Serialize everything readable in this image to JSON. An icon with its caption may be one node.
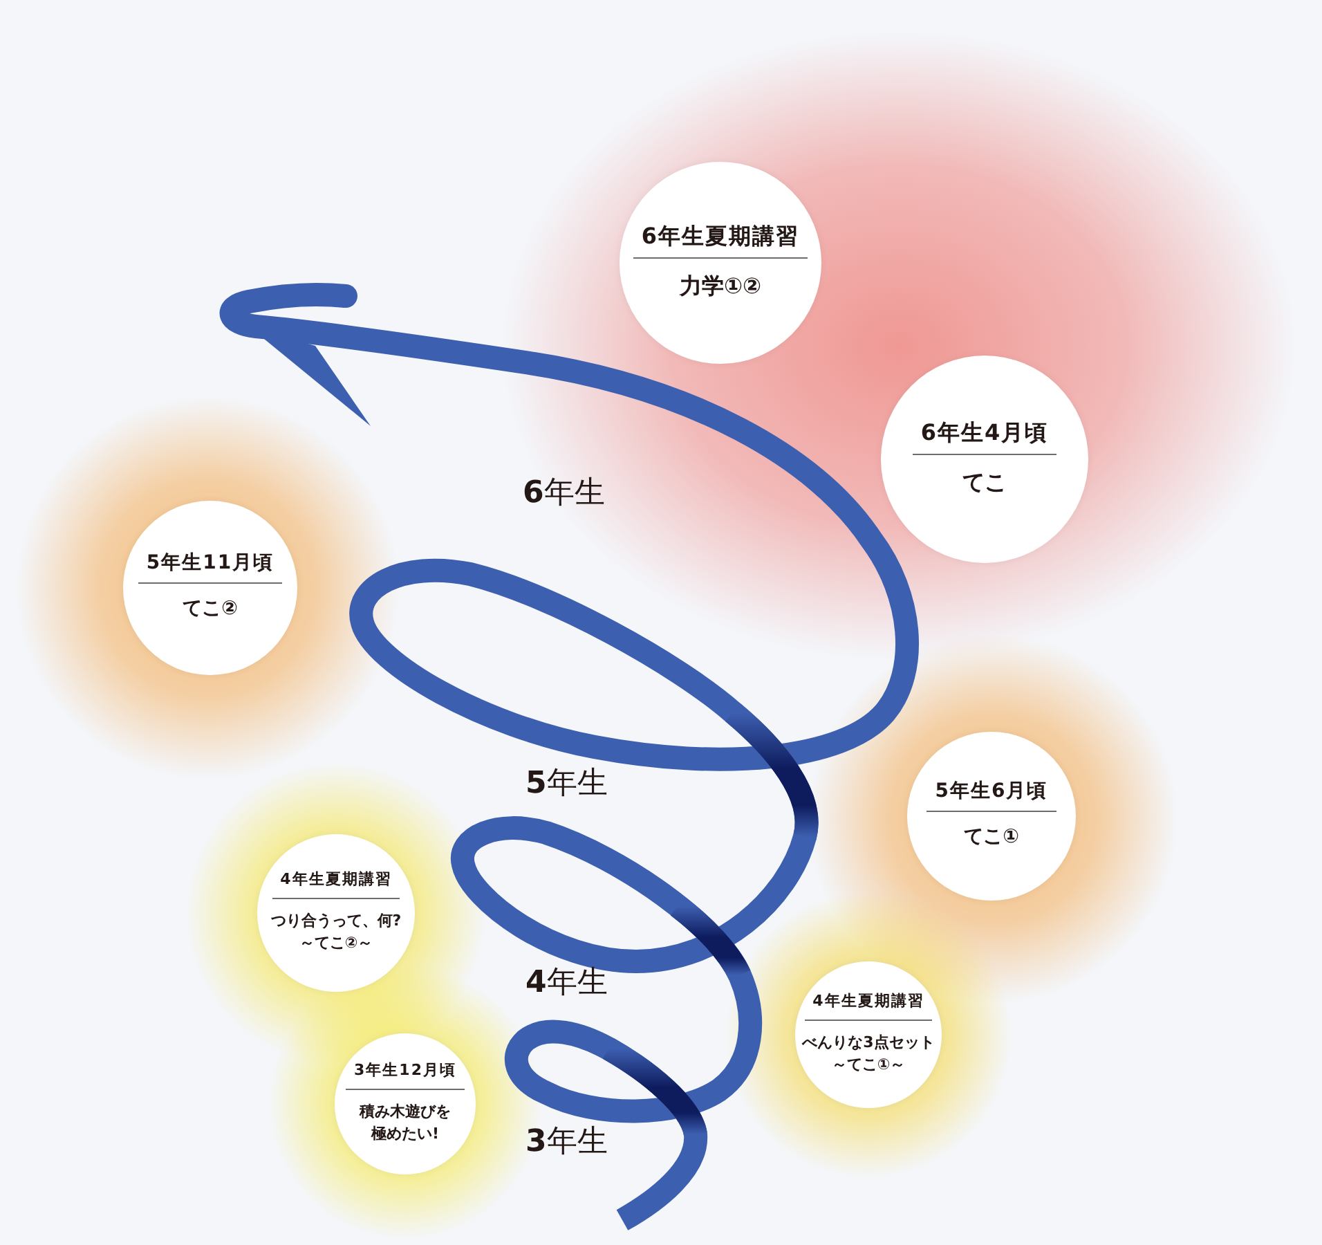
{
  "diagram": {
    "nodes": [
      {
        "text": [
          "6年生夏期講習",
          "力学①②"
        ]
      },
      {
        "text": [
          "6年生4月頃",
          "てこ"
        ]
      },
      {
        "text": [
          "5年生11月頃",
          "てこ②"
        ]
      },
      {
        "text": [
          "5年生6月頃",
          "てこ①"
        ]
      },
      {
        "text": [
          "4年生夏期講習",
          "つり合うって、何?",
          "～てこ②～"
        ]
      },
      {
        "text": [
          "4年生夏期講習",
          "べんりな3点セット",
          "～てこ①～"
        ]
      },
      {
        "text": [
          "3年生12月頃",
          "積み木遊びを極めたい!"
        ]
      }
    ],
    "labels": [
      "**6**年生",
      "**5**年生",
      "**4**年生",
      "**3**年生"
    ]
  }
}
